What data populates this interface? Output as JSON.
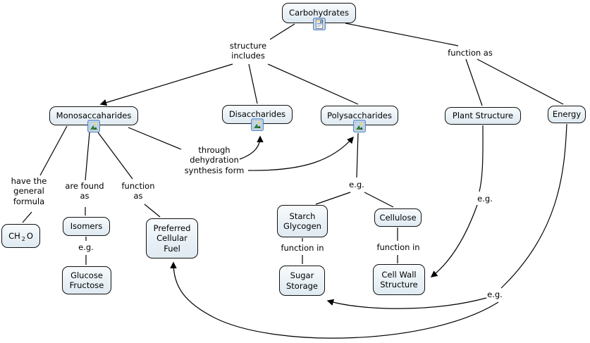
{
  "app": {
    "type": "concept-map",
    "background": "#ffffff"
  },
  "colors": {
    "node_border": "#111111",
    "node_fill_top": "#f8fbfd",
    "node_fill_bottom": "#dfeaf1",
    "line": "#000000",
    "text": "#000000",
    "icon_frame": "#4a7fc1",
    "icon_fill": "#d6e6f7"
  },
  "nodes": {
    "carbohydrates": {
      "label": "Carbohydrates",
      "icon": "document-resource-icon"
    },
    "monosaccharides": {
      "label": "Monosaccaharides",
      "icon": "image-resource-icon"
    },
    "disaccharides": {
      "label": "Disaccharides",
      "icon": "image-resource-icon"
    },
    "polysaccharides": {
      "label": "Polysaccharides",
      "icon": "image-resource-icon"
    },
    "plant_structure": {
      "label": "Plant Structure"
    },
    "energy": {
      "label": "Energy"
    },
    "formula": {
      "pre": "CH",
      "sub": "2",
      "post": "O"
    },
    "isomers": {
      "label": "Isomers"
    },
    "glucose_fructose": {
      "label": "Glucose\nFructose"
    },
    "preferred_fuel": {
      "label": "Preferred\nCellular\nFuel"
    },
    "starch_glycogen": {
      "label": "Starch\nGlycogen"
    },
    "cellulose": {
      "label": "Cellulose"
    },
    "sugar_storage": {
      "label": "Sugar\nStorage"
    },
    "cell_wall": {
      "label": "Cell Wall\nStructure"
    }
  },
  "link_labels": {
    "structure_includes": "structure\nincludes",
    "function_as_top": "function as",
    "through_dehydration": "through\ndehydration\nsynthesis form",
    "have_general_formula": "have the\ngeneral\nformula",
    "are_found_as": "are found\nas",
    "function_as_left": "function\nas",
    "eg_isomers": "e.g.",
    "eg_poly": "e.g.",
    "eg_plant": "e.g.",
    "eg_energy": "e.g.",
    "function_in_starch": "function in",
    "function_in_cellulose": "function in"
  }
}
